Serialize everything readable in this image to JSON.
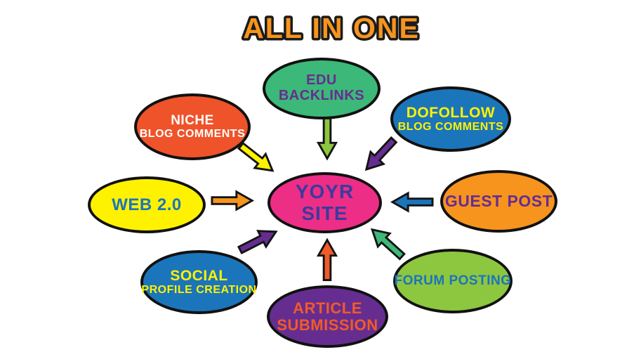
{
  "title": "ALL IN ONE",
  "center": {
    "id": "your-site",
    "line1": "YOYR",
    "line2": "SITE",
    "fill": "#EC2E87",
    "text_color": "#3B3A9E"
  },
  "nodes": [
    {
      "id": "edu-backlinks",
      "line1": "EDU",
      "line2": "BACKLINKS",
      "fill": "#3CB878",
      "text_color": "#662D91",
      "position": "top"
    },
    {
      "id": "dofollow-blog-comments",
      "line1": "DOFOLLOW",
      "line2": "BLOG COMMENTS",
      "fill": "#1B75BB",
      "text_color": "#FFF200",
      "position": "top-right"
    },
    {
      "id": "guest-post",
      "line1": "GUEST POST",
      "line2": "",
      "fill": "#F7941D",
      "text_color": "#662D91",
      "position": "right"
    },
    {
      "id": "forum-posting",
      "line1": "FORUM POSTING",
      "line2": "",
      "fill": "#8DC63F",
      "text_color": "#1B75BB",
      "position": "bottom-right"
    },
    {
      "id": "article-submission",
      "line1": "ARTICLE",
      "line2": "SUBMISSION",
      "fill": "#662D91",
      "text_color": "#F15A29",
      "position": "bottom"
    },
    {
      "id": "social-profile-creation",
      "line1": "SOCIAL",
      "line2": "PROFILE CREATION",
      "fill": "#1B75BB",
      "text_color": "#FFF200",
      "position": "bottom-left"
    },
    {
      "id": "web-2-0",
      "line1": "WEB 2.0",
      "line2": "",
      "fill": "#FFF200",
      "text_color": "#1B75BB",
      "position": "left"
    },
    {
      "id": "niche-blog-comments",
      "line1": "NICHE",
      "line2": "BLOG COMMENTS",
      "fill": "#EF5329",
      "text_color": "#FFFFFF",
      "position": "top-left"
    }
  ],
  "arrows": [
    {
      "id": "arrow-edu-to-center",
      "from": "edu-backlinks",
      "to": "your-site",
      "color": "#8DC63F",
      "direction": "down"
    },
    {
      "id": "arrow-dofollow-to-center",
      "from": "dofollow-blog-comments",
      "to": "your-site",
      "color": "#662D91",
      "direction": "down-left"
    },
    {
      "id": "arrow-guest-to-center",
      "from": "guest-post",
      "to": "your-site",
      "color": "#1B75BB",
      "direction": "left"
    },
    {
      "id": "arrow-forum-to-center",
      "from": "forum-posting",
      "to": "your-site",
      "color": "#3CB878",
      "direction": "up-left"
    },
    {
      "id": "arrow-article-to-center",
      "from": "article-submission",
      "to": "your-site",
      "color": "#F15A29",
      "direction": "up"
    },
    {
      "id": "arrow-social-to-center",
      "from": "social-profile-creation",
      "to": "your-site",
      "color": "#662D91",
      "direction": "up-right"
    },
    {
      "id": "arrow-web-to-center",
      "from": "web-2-0",
      "to": "your-site",
      "color": "#F7941D",
      "direction": "right"
    },
    {
      "id": "arrow-niche-to-center",
      "from": "niche-blog-comments",
      "to": "your-site",
      "color": "#FFF200",
      "direction": "down-right"
    }
  ],
  "palette": {
    "title_fill": "#F7941D",
    "title_outline": "#1B1B1B",
    "ellipse_outline": "#111111",
    "background": "#FFFFFF"
  }
}
